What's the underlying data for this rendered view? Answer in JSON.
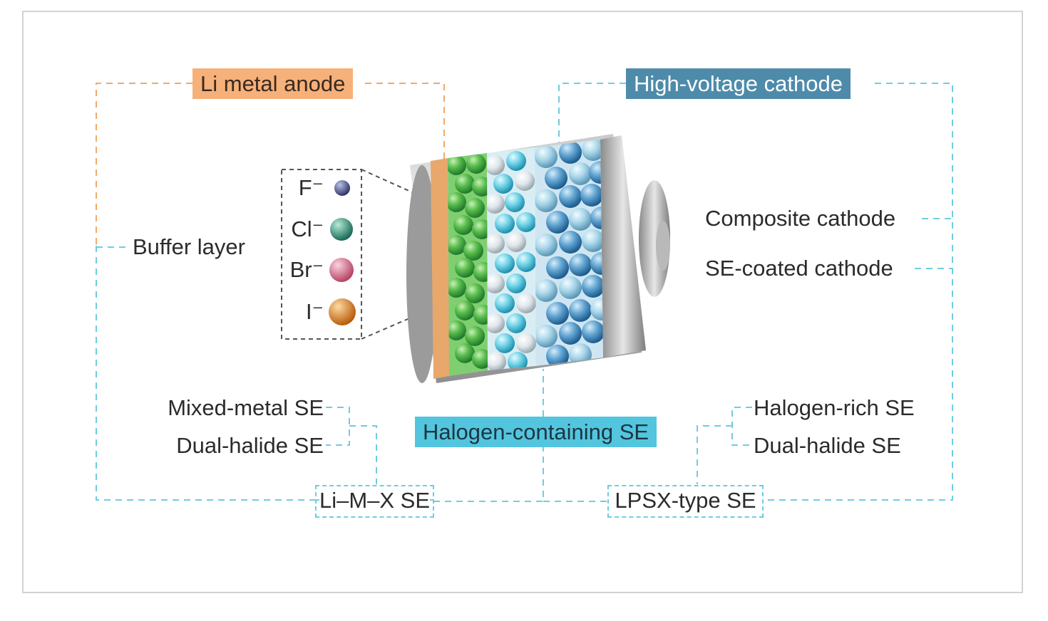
{
  "labels": {
    "anode": "Li metal anode",
    "cathode": "High-voltage cathode",
    "halogen_se": "Halogen-containing SE",
    "buffer_layer": "Buffer layer",
    "composite_cathode": "Composite cathode",
    "se_coated_cathode": "SE-coated cathode",
    "mixed_metal_se": "Mixed-metal SE",
    "dual_halide_se_left": "Dual-halide SE",
    "li_m_x_se": "Li–M–X SE",
    "halogen_rich_se": "Halogen-rich SE",
    "dual_halide_se_right": "Dual-halide SE",
    "lpsx_type_se": "LPSX-type SE"
  },
  "legend": {
    "items": [
      {
        "ion": "F⁻",
        "color": "#4f5a8c"
      },
      {
        "ion": "Cl⁻",
        "color": "#2f9a80"
      },
      {
        "ion": "Br⁻",
        "color": "#d9718f"
      },
      {
        "ion": "I⁻",
        "color": "#e58a23"
      }
    ]
  },
  "colors": {
    "anode": "#f6b07a",
    "cathode": "#4e8bab",
    "halogen_se": "#53c5de",
    "dash_orange": "#f2a96a",
    "dash_blue": "#6fcde0"
  }
}
